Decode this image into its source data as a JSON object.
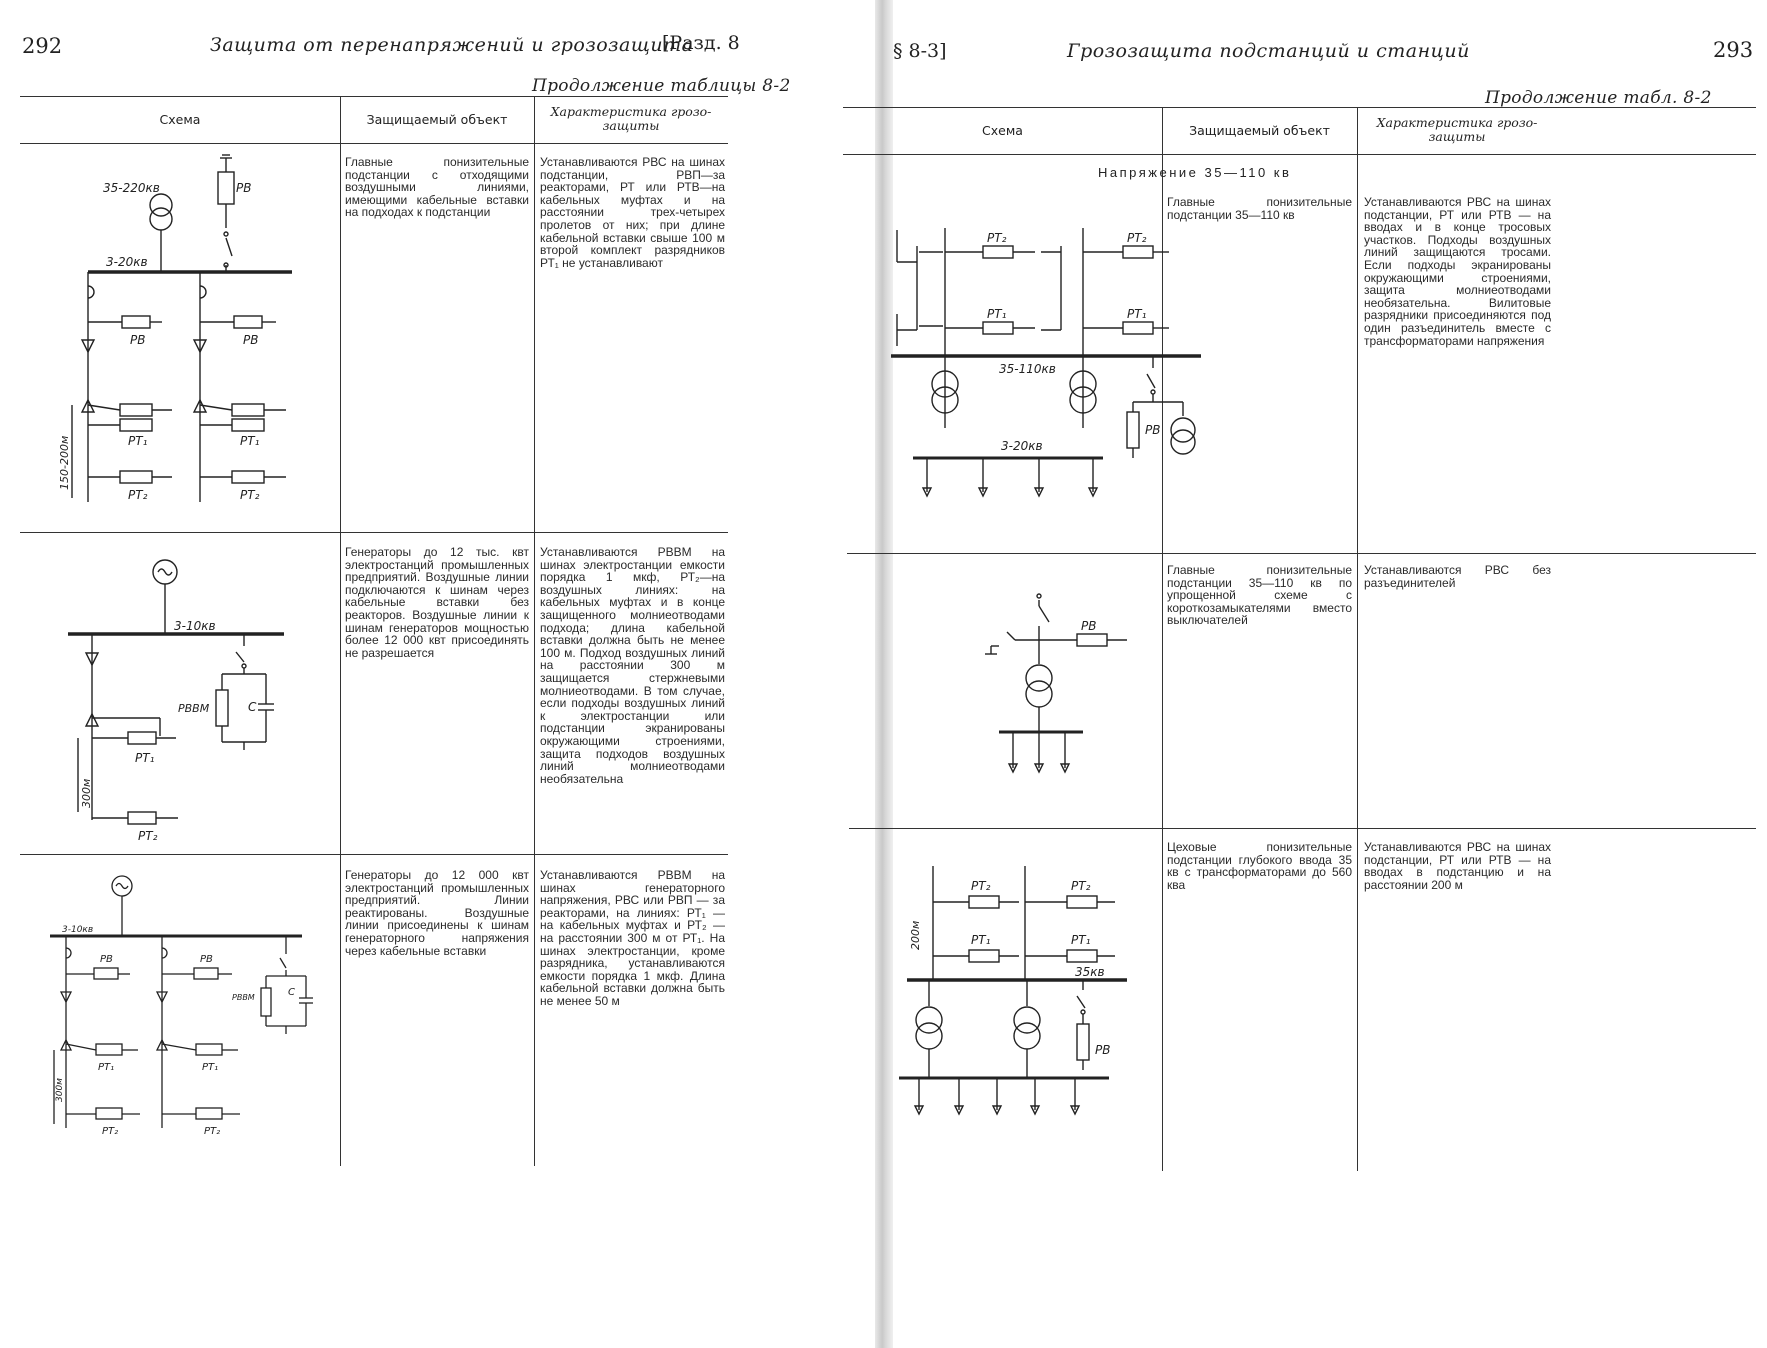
{
  "left_page": {
    "page_number": "292",
    "running_head": "Защита от перенапряжений и грозозащита",
    "section": "[Разд. 8",
    "continuation": "Продолжение таблицы 8-2",
    "headers": {
      "scheme": "Схема",
      "object": "Защищаемый объект",
      "characteristic": "Характеристика грозо-\nзащиты"
    },
    "rows": [
      {
        "object": "Главные понизительные подстанции с отходящими воздушными линиями, имеющими кабельные вставки на подходах к подстанции",
        "characteristic": "Устанавливаются РВС на шинах подстанции, РВП—за реакторами, РТ или РТВ—на кабельных муфтах и на расстоянии трех-четырех пролетов от них; при длине кабельной вставки свыше 100 м второй комплект разрядников РТ₁ не устанавливают",
        "labels": {
          "v_high": "35-220кв",
          "bus": "3-20кв",
          "rv_top": "РВ",
          "rv_a": "РВ",
          "rv_b": "РВ",
          "rt1_a": "РТ₁",
          "rt1_b": "РТ₁",
          "rt2_a": "РТ₂",
          "rt2_b": "РТ₂",
          "dist": "150-200м"
        }
      },
      {
        "object": "Генераторы до 12 тыс. квт электростанций промышленных предприятий. Воздушные линии подключаются к шинам через кабельные вставки без реакторов. Воздушные линии к шинам генераторов мощностью более 12 000 квт присоединять не разрешается",
        "characteristic": "Устанавливаются РВВМ на шинах электростанции емкости порядка 1 мкф, РТ₂—на воздушных линиях: на кабельных муфтах и в конце защищенного молниеотводами подхода; длина кабельной вставки должна быть не менее 100 м. Подход воздушных линий на расстоянии 300 м защищается стержневыми молниеотводами. В том случае, если подходы воздушных линий к электростанции или подстанции экранированы окружающими строениями, защита подходов воздушных линий молниеотводами необязательна",
        "labels": {
          "bus": "3-10кв",
          "rvvm": "РВВМ",
          "cap": "С",
          "rt1": "РТ₁",
          "rt2": "РТ₂",
          "dist": "300м"
        }
      },
      {
        "object": "Генераторы до 12 000 квт электростанций промышленных предприятий. Линии реактированы. Воздушные линии присоединены к шинам генераторного напряжения через кабельные вставки",
        "characteristic": "Устанавливаются РВВМ на шинах генераторного напряжения, РВС или РВП — за реакторами, на линиях: РТ₁ — на кабельных муфтах и РТ₂ — на расстоянии 300 м от РТ₁. На шинах электростанции, кроме разрядника, устанавливаются емкости порядка 1 мкф. Длина кабельной вставки должна быть не менее 50 м",
        "labels": {
          "bus": "3-10кв",
          "rv_a": "РВ",
          "rv_b": "РВ",
          "rvvm": "РВВМ",
          "cap": "С",
          "rt1_a": "РТ₁",
          "rt1_b": "РТ₁",
          "rt2_a": "РТ₂",
          "rt2_b": "РТ₂",
          "dist": "300м"
        }
      }
    ]
  },
  "right_page": {
    "page_number": "293",
    "running_head": "Грозозащита подстанций и станций",
    "section": "§ 8-3]",
    "continuation": "Продолжение табл. 8-2",
    "headers": {
      "scheme": "Схема",
      "object": "Защищаемый объект",
      "characteristic": "Характеристика грозо-\nзащиты"
    },
    "voltage_section": "Напряжение 35—110 кв",
    "rows": [
      {
        "object": "Главные понизительные подстанции 35—110 кв",
        "characteristic": "Устанавливаются РВС на шинах подстанции, РТ или РТВ — на вводах и в конце тросовых участков. Подходы воздушных линий защищаются тросами. Если подходы экранированы окружающими строениями, защита молниеотводами необязательна. Вилитовые разрядники присоединяются под один разъединитель вместе с трансформаторами напряжения",
        "labels": {
          "bus_high": "35-110кв",
          "bus_low": "3-20кв",
          "rv": "РВ",
          "rt2_a": "РТ₂",
          "rt2_b": "РТ₂",
          "rt1_a": "РТ₁",
          "rt1_b": "РТ₁"
        }
      },
      {
        "object": "Главные понизительные подстанции 35—110 кв по упрощенной схеме с короткозамыкателями вместо выключателей",
        "characteristic": "Устанавливаются РВС без разъединителей",
        "labels": {
          "rv": "РВ"
        }
      },
      {
        "object": "Цеховые понизительные подстанции глубокого ввода 35 кв с трансформаторами до 560 ква",
        "characteristic": "Устанавливаются РВС на шинах подстанции, РТ или РТВ — на вводах в подстанцию и на расстоянии 200 м",
        "labels": {
          "bus": "35кв",
          "rv": "РВ",
          "rt2_a": "РТ₂",
          "rt2_b": "РТ₂",
          "rt1_a": "РТ₁",
          "rt1_b": "РТ₁",
          "dist": "200м"
        }
      }
    ]
  }
}
